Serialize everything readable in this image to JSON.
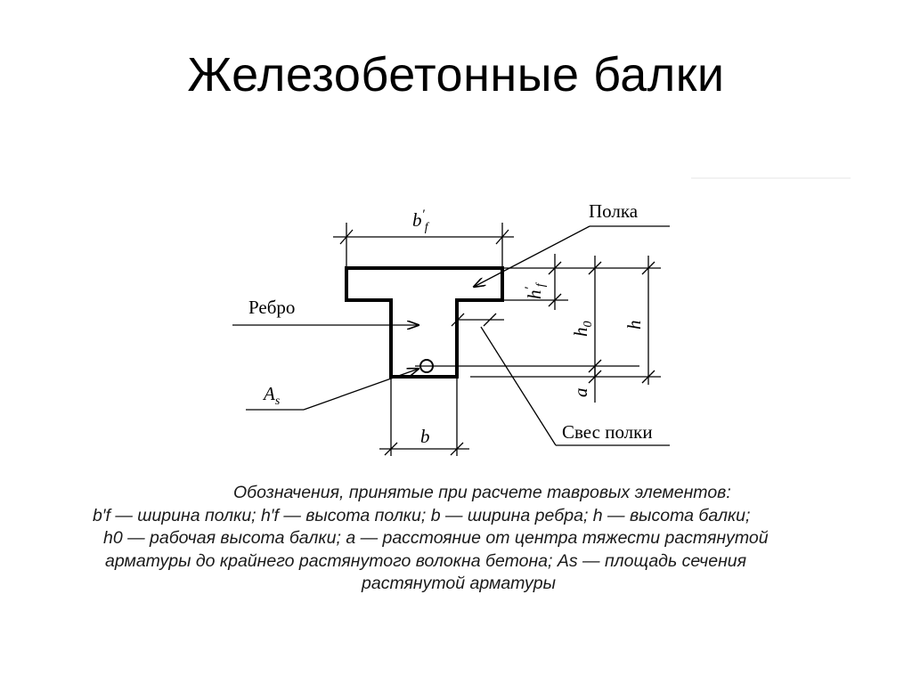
{
  "slide": {
    "title": "Железобетонные балки"
  },
  "diagram": {
    "labels": {
      "polka": "Полка",
      "rebro": "Ребро",
      "sves_polki": "Свес полки",
      "As_main": "A",
      "As_sub": "s",
      "bf_main": "b",
      "bf_sup": "′",
      "bf_sub": "f",
      "hf_main": "h",
      "hf_sup": "′",
      "hf_sub": "f",
      "h0_main": "h",
      "h0_sub": "0",
      "h": "h",
      "a": "a",
      "b": "b"
    }
  },
  "legend": {
    "line1": "Обозначения, принятые при расчете тавровых элементов:",
    "line2": "b′f — ширина полки; h′f — высота полки; b — ширина ребра; h — высота балки;",
    "line3": "h0 — рабочая высота балки; a — расстояние от центра тяжести растянутой",
    "line4": "арматуры до крайнего растянутого волокна бетона; As — площадь сечения",
    "line5": "растянутой арматуры"
  }
}
